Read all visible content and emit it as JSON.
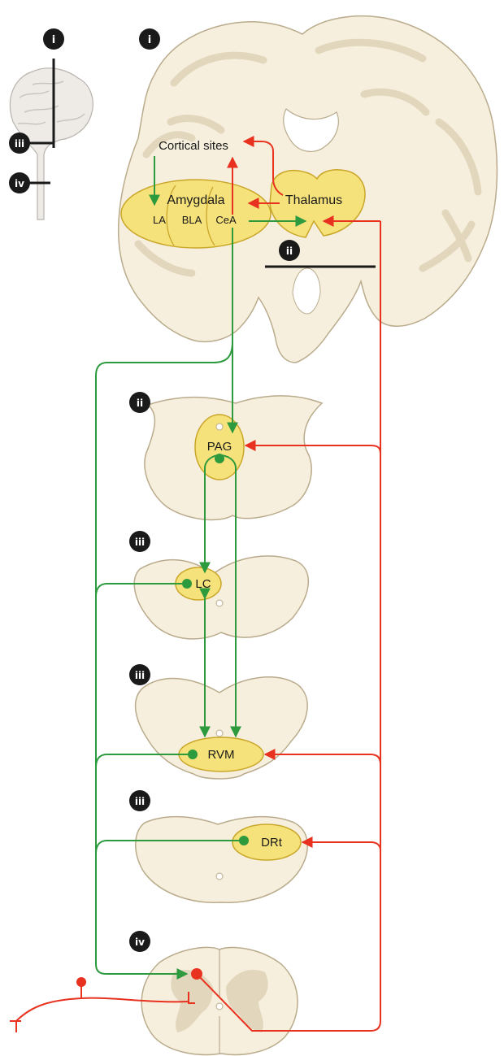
{
  "section_markers": {
    "inset_i": "i",
    "inset_iii": "iii",
    "inset_iv": "iv",
    "brain_i": "i",
    "brain_ii": "ii",
    "midbrain_ii": "ii",
    "pons_iii": "iii",
    "medulla_iii": "iii",
    "caudal_medulla_iii": "iii",
    "spinal_iv": "iv"
  },
  "labels": {
    "cortical_sites": "Cortical sites",
    "amygdala": "Amygdala",
    "la": "LA",
    "bla": "BLA",
    "cea": "CeA",
    "thalamus": "Thalamus",
    "pag": "PAG",
    "lc": "LC",
    "rvm": "RVM",
    "drt": "DRt"
  },
  "colors": {
    "ascending": "#e8321f",
    "descending": "#2e9a3e",
    "nucleus_fill": "#f6e27a",
    "nucleus_stroke": "#c9a62a",
    "tissue_fill": "#f7efdd",
    "tissue_stroke": "#b9ab8c",
    "gray_matter": "#e2d7bd",
    "marker": "#1a1a1a"
  }
}
